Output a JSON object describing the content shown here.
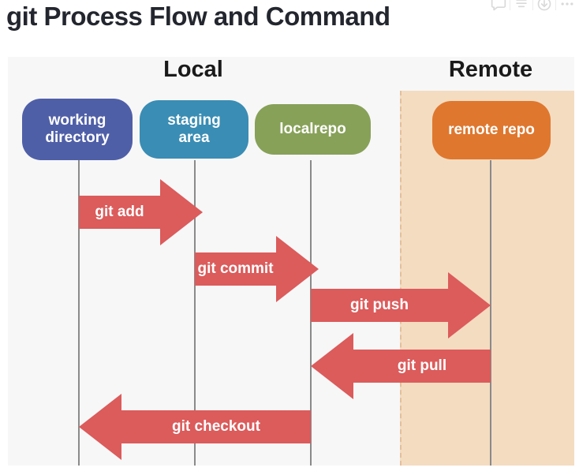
{
  "page": {
    "title": "git Process Flow and Command"
  },
  "toolbar": {
    "icons": [
      {
        "name": "comment-icon"
      },
      {
        "name": "notes-icon"
      },
      {
        "name": "download-icon"
      },
      {
        "name": "more-icon"
      }
    ],
    "icon_color": "#d9d9d9"
  },
  "diagram": {
    "sections": [
      {
        "label": "Local"
      },
      {
        "label": "Remote"
      }
    ],
    "nodes": [
      {
        "id": "working-directory",
        "label": "working directory",
        "color": "#4f5fa7"
      },
      {
        "id": "staging-area",
        "label": "staging area",
        "color": "#3a8db4"
      },
      {
        "id": "localrepo",
        "label": "localrepo",
        "color": "#87a158"
      },
      {
        "id": "remote-repo",
        "label": "remote repo",
        "color": "#df772e"
      }
    ],
    "arrows": [
      {
        "label": "git add",
        "from": "working-directory",
        "to": "staging-area",
        "direction": "right"
      },
      {
        "label": "git commit",
        "from": "staging-area",
        "to": "localrepo",
        "direction": "right"
      },
      {
        "label": "git push",
        "from": "localrepo",
        "to": "remote-repo",
        "direction": "right"
      },
      {
        "label": "git pull",
        "from": "remote-repo",
        "to": "localrepo",
        "direction": "left"
      },
      {
        "label": "git checkout",
        "from": "localrepo",
        "to": "working-directory",
        "direction": "left"
      }
    ],
    "colors": {
      "arrow": "#dc5b5b",
      "remote_background": "#f4dcc1",
      "diagram_background": "#f7f7f8",
      "lifeline": "#8a8a8a"
    }
  }
}
